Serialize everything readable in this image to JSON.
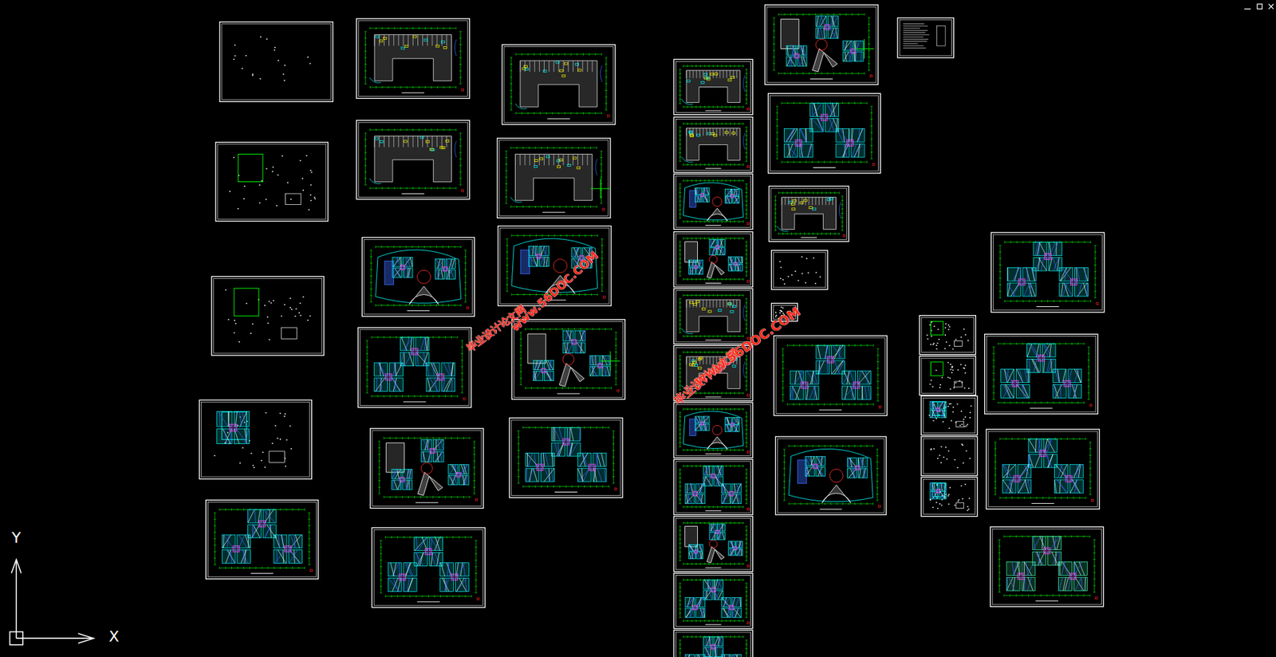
{
  "diagram": {
    "labels": [
      "毕业设计论文网",
      "www.56DOC.COM",
      "毕业设计论文网",
      "www.56DOC.COM",
      "Y",
      "X"
    ]
  }
}
